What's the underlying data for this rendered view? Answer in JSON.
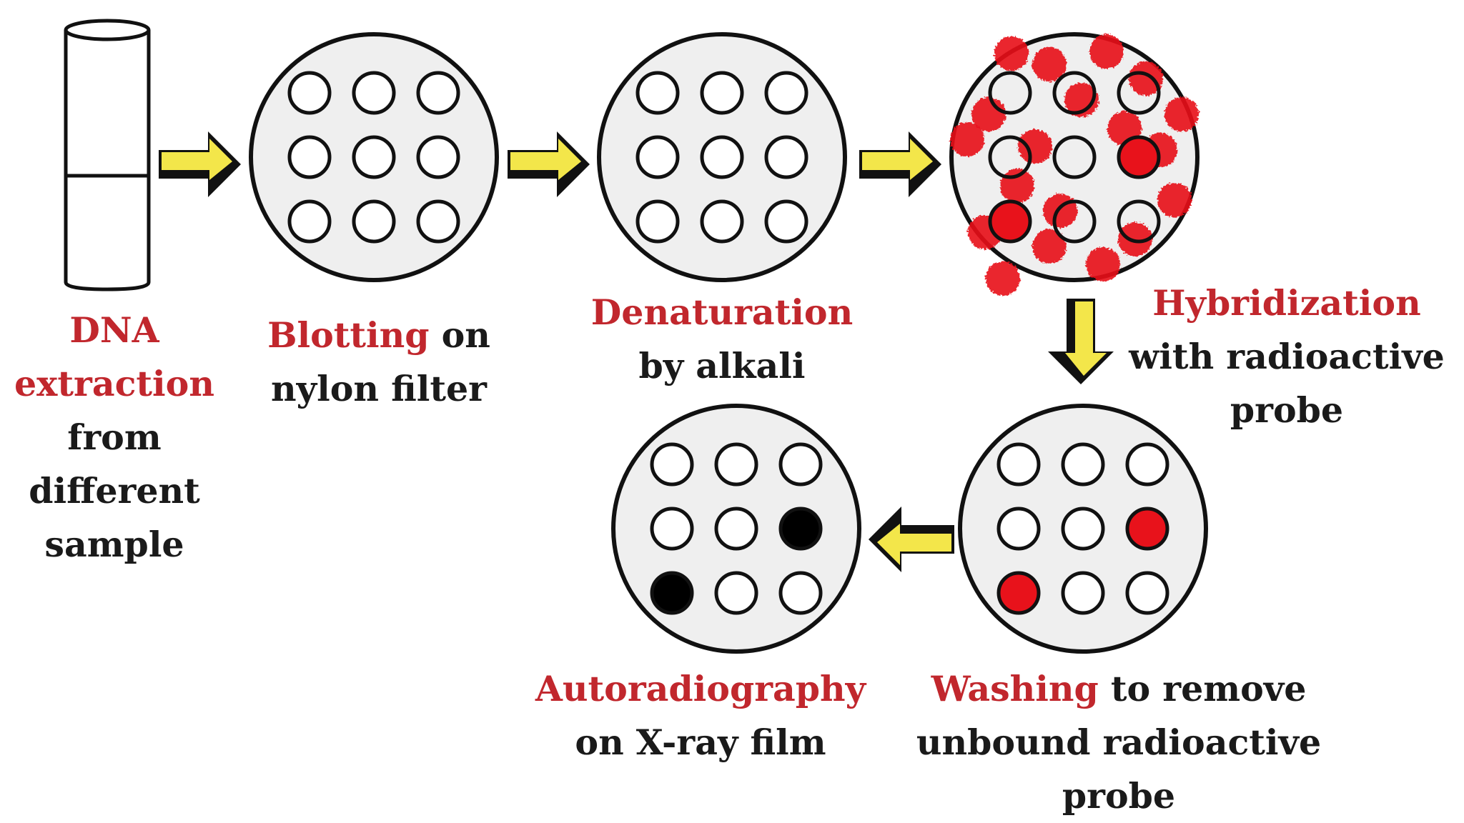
{
  "colors": {
    "accent_red": "#c1272d",
    "probe_red": "#e8121b",
    "arrow_yellow": "#f3e64a",
    "outline": "#111111",
    "disc_fill": "#efefef",
    "film_black": "#000000"
  },
  "steps": [
    {
      "id": "extraction",
      "highlight_lines": [
        "DNA",
        "extraction"
      ],
      "plain_lines": [
        "from",
        "different",
        "sample"
      ]
    },
    {
      "id": "blotting",
      "highlight": "Blotting",
      "rest": "on",
      "line2": "nylon filter"
    },
    {
      "id": "denaturation",
      "highlight": "Denaturation",
      "line2": "by alkali"
    },
    {
      "id": "hybridization",
      "highlight": "Hybridization",
      "line2": "with radioactive",
      "line3": "probe"
    },
    {
      "id": "washing",
      "highlight": "Washing",
      "rest": "to remove",
      "line2": "unbound radioactive",
      "line3": "probe"
    },
    {
      "id": "autoradiography",
      "highlight": "Autoradiography",
      "line2": "on X-ray film"
    }
  ],
  "spot_states": {
    "blotting": [
      "empty",
      "empty",
      "empty",
      "empty",
      "empty",
      "empty",
      "empty",
      "empty",
      "empty"
    ],
    "denaturation": [
      "empty",
      "empty",
      "empty",
      "empty",
      "empty",
      "empty",
      "empty",
      "empty",
      "empty"
    ],
    "hybridization": [
      "empty",
      "empty",
      "empty",
      "empty",
      "empty",
      "probe",
      "probe",
      "empty",
      "empty"
    ],
    "washing": [
      "empty",
      "empty",
      "empty",
      "empty",
      "empty",
      "probe",
      "probe",
      "empty",
      "empty"
    ],
    "autoradiography": [
      "empty",
      "empty",
      "empty",
      "empty",
      "empty",
      "dark",
      "dark",
      "empty",
      "empty"
    ]
  },
  "icons": {
    "tube": "test-tube-icon",
    "arrow": "flow-arrow-icon",
    "disc": "filter-disc-icon",
    "probe_blob": "radioactive-probe-icon"
  }
}
